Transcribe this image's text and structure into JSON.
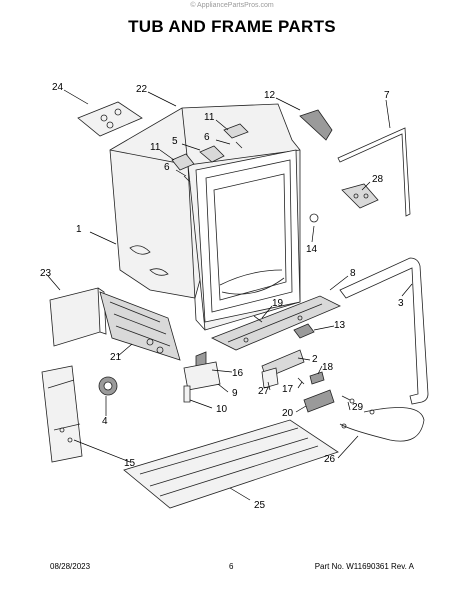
{
  "watermark": "© AppliancePartsPros.com",
  "title": "TUB AND FRAME PARTS",
  "footer": {
    "date": "08/28/2023",
    "page": "6",
    "part_no": "Part No. W11690361  Rev. A"
  },
  "callouts": [
    "1",
    "2",
    "3",
    "4",
    "5",
    "6",
    "6",
    "7",
    "8",
    "9",
    "10",
    "11",
    "11",
    "12",
    "13",
    "14",
    "15",
    "16",
    "17",
    "18",
    "19",
    "20",
    "21",
    "22",
    "23",
    "24",
    "25",
    "26",
    "27",
    "28",
    "29"
  ],
  "colors": {
    "line": "#222222",
    "fill_light": "#f2f2f2",
    "fill_mid": "#d9d9d9",
    "fill_dark": "#9a9a9a"
  }
}
